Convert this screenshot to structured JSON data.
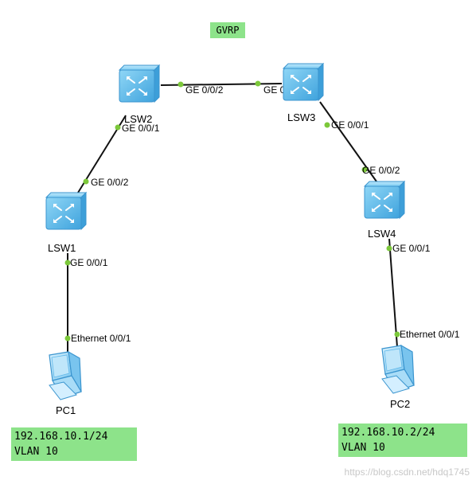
{
  "title": "GVRP",
  "devices": {
    "lsw1": "LSW1",
    "lsw2": "LSW2",
    "lsw3": "LSW3",
    "lsw4": "LSW4",
    "pc1": "PC1",
    "pc2": "PC2"
  },
  "ports": {
    "lsw2_ge002": "GE 0/0/2",
    "lsw3_ge002": "GE 0/0/2",
    "lsw2_ge001": "GE 0/0/1",
    "lsw1_ge002": "GE 0/0/2",
    "lsw1_ge001": "GE 0/0/1",
    "pc1_eth": "Ethernet 0/0/1",
    "lsw3_ge001": "GE 0/0/1",
    "lsw4_ge002": "GE 0/0/2",
    "lsw4_ge001": "GE 0/0/1",
    "pc2_eth": "Ethernet 0/0/1"
  },
  "notes": {
    "pc1": {
      "ip": "192.168.10.1/24",
      "vlan": "VLAN 10"
    },
    "pc2": {
      "ip": "192.168.10.2/24",
      "vlan": "VLAN 10"
    }
  },
  "watermark": "https://blog.csdn.net/hdq1745",
  "colors": {
    "link": "#111111",
    "port_dot": "#7cc83a",
    "note_bg": "#8de38a",
    "switch_body": "#5fb7ea",
    "pc_body": "#7ec8f0"
  },
  "icons": {
    "switch": "switch-icon",
    "pc": "pc-icon"
  }
}
